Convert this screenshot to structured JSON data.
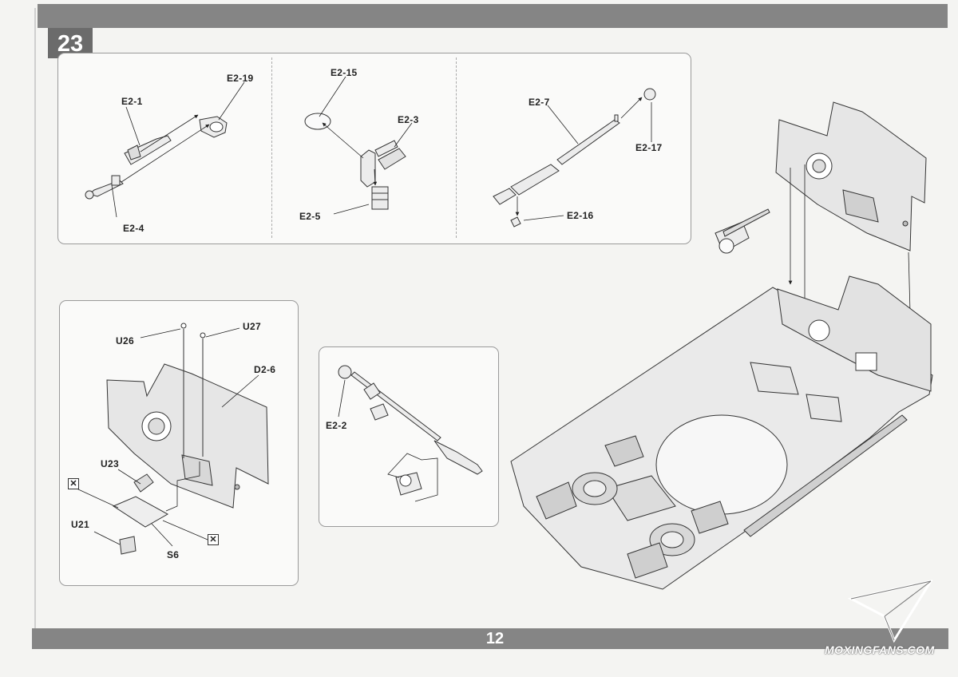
{
  "step": {
    "number": "23"
  },
  "page": {
    "number": "12"
  },
  "watermark": {
    "text": "MOXINGFANS.COM"
  },
  "colors": {
    "bar": "#858585",
    "badge": "#6b6b6b",
    "paper": "#f4f4f2"
  },
  "panels": {
    "machine_gun_assembly": {
      "labels": {
        "e2_1": "E2-1",
        "e2_19": "E2-19",
        "e2_4": "E2-4"
      }
    },
    "mount_assembly": {
      "labels": {
        "e2_15": "E2-15",
        "e2_3": "E2-3",
        "e2_5": "E2-5"
      }
    },
    "barrel_assembly": {
      "labels": {
        "e2_7": "E2-7",
        "e2_17": "E2-17",
        "e2_16": "E2-16"
      }
    },
    "front_plate_assembly": {
      "labels": {
        "u26": "U26",
        "u27": "U27",
        "d2_6": "D2-6",
        "u23": "U23",
        "u21": "U21",
        "s6": "S6"
      }
    },
    "gun_installation": {
      "labels": {
        "e2_2": "E2-2"
      }
    }
  }
}
